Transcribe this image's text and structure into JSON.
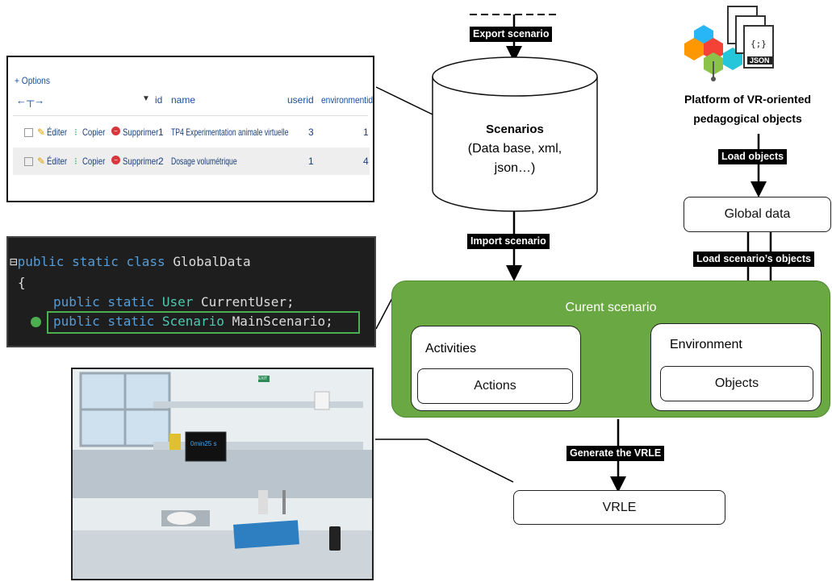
{
  "db_table": {
    "options_label": "+ Options",
    "columns": [
      "id",
      "name",
      "userid",
      "environmentid"
    ],
    "rows": [
      {
        "edit": "Éditer",
        "copy": "Copier",
        "delete": "Supprimer",
        "id": "1",
        "name": "TP4 Experimentation animale virtuelle",
        "userid": "3",
        "environmentid": "1"
      },
      {
        "edit": "Éditer",
        "copy": "Copier",
        "delete": "Supprimer",
        "id": "2",
        "name": "Dosage volumétrique",
        "userid": "1",
        "environmentid": "4"
      }
    ]
  },
  "code": {
    "line1_kw": "public static class",
    "line1_name": "GlobalData",
    "brace": "{",
    "line2_kw": "public static",
    "line2_type": "User",
    "line2_name": "CurrentUser;",
    "line3_kw": "public static",
    "line3_type": "Scenario",
    "line3_name": "MainScenario;"
  },
  "lab_image": {
    "timer": "0min25 s",
    "exit_sign": "EXIT"
  },
  "flow": {
    "export_label": "Export scenario",
    "db_title": "Scenarios",
    "db_sub1": "(Data base, xml,",
    "db_sub2": "json…)",
    "import_label": "Import scenario",
    "platform_line1": "Platform of VR-oriented",
    "platform_line2": "pedagogical objects",
    "json_label": "JSON",
    "load_objects_label": "Load objects",
    "global_data_label": "Global data",
    "load_scenario_objects_label": "Load  scenario’s objects",
    "current_scenario_label": "Curent scenario",
    "activities_label": "Activities",
    "actions_label": "Actions",
    "environment_label": "Environment",
    "objects_label": "Objects",
    "generate_label": "Generate the VRLE",
    "vrle_label": "VRLE"
  },
  "colors": {
    "scenario_green": "#6aa843",
    "scenario_border": "#4e8a2e",
    "code_highlight_border": "#4caf50"
  }
}
